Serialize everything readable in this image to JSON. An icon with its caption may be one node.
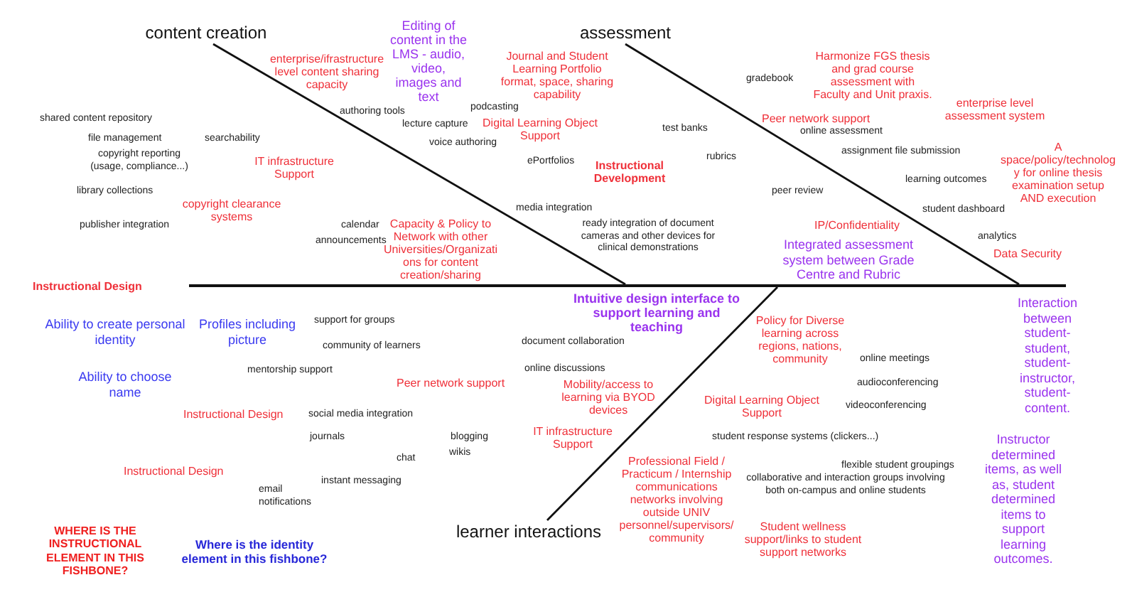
{
  "diagram": {
    "nodes": [
      {
        "text": [
          "content creation"
        ]
      },
      {
        "text": [
          "assessment"
        ]
      },
      {
        "text": [],
        "shape": "bar"
      },
      {
        "text": [
          "learner interactions"
        ]
      }
    ],
    "edges": [
      {
        "from": 0,
        "to": 2,
        "arrow": "none"
      },
      {
        "from": 1,
        "to": 2,
        "arrow": "none"
      },
      {
        "from": 3,
        "to": 2,
        "arrow": "none"
      }
    ],
    "labels": [
      "Editing of content in the LMS - audio, video, images and text",
      "enterprise/ifrastructure level content sharing capacity",
      "Journal and Student Learning Portfolio format, space, sharing capability",
      "Harmonize FGS thesis and grad course assessment with Faculty and Unit praxis.",
      "gradebook",
      "authoring tools",
      "podcasting",
      "enterprise level assessment system",
      "shared content repository",
      "lecture capture",
      "Digital Learning Object Support",
      "Peer network support",
      "test banks",
      "online assessment",
      "file management",
      "searchability",
      "voice authoring",
      "A space/policy/technology for online thesis examination setup AND execution",
      "copyright reporting (usage, compliance...)",
      "rubrics",
      "assignment file submission",
      "IT infrastructure Support",
      "ePortfolios",
      "Instructional Development",
      "learning outcomes",
      "library collections",
      "peer review",
      "copyright clearance systems",
      "media integration",
      "student dashboard",
      "publisher integration",
      "calendar",
      "Capacity & Policy to Network with other Universities/Organizations for content creation/sharing",
      "ready integration of document cameras and other devices for clinical demonstrations",
      "IP/Confidentiality",
      "announcements",
      "Integrated assessment system between Grade Centre and Rubric",
      "analytics",
      "Data Security",
      "Instructional Design",
      "Intuitive design interface to support learning and teaching",
      "Interaction between student-student, student-instructor, student-content.",
      "Ability to create personal identity",
      "Profiles including picture",
      "support for groups",
      "Policy for Diverse learning across regions, nations, community",
      "community of learners",
      "document collaboration",
      "online meetings",
      "Ability to choose name",
      "mentorship support",
      "online discussions",
      "Peer network support",
      "Mobility/access to learning via BYOD devices",
      "audioconferencing",
      "Digital Learning Object Support",
      "videoconferencing",
      "Instructional Design",
      "social media integration",
      "journals",
      "blogging",
      "IT infrastructure Support",
      "student response systems (clickers...)",
      "Instructor determined items, as well as, student determined items to support learning outcomes.",
      "chat",
      "wikis",
      "Professional Field / Practicum / Internship communications networks involving outside UNIV personnel/supervisors/ community",
      "Instructional Design",
      "flexible student groupings",
      "instant messaging",
      "collaborative and interaction groups involving both on-campus and online students",
      "email notifications",
      "WHERE IS THE INSTRUCTIONAL ELEMENT IN THIS FISHBONE?",
      "Student wellness support/links to student support networks",
      "Where is the identity element in this fishbone?"
    ]
  }
}
